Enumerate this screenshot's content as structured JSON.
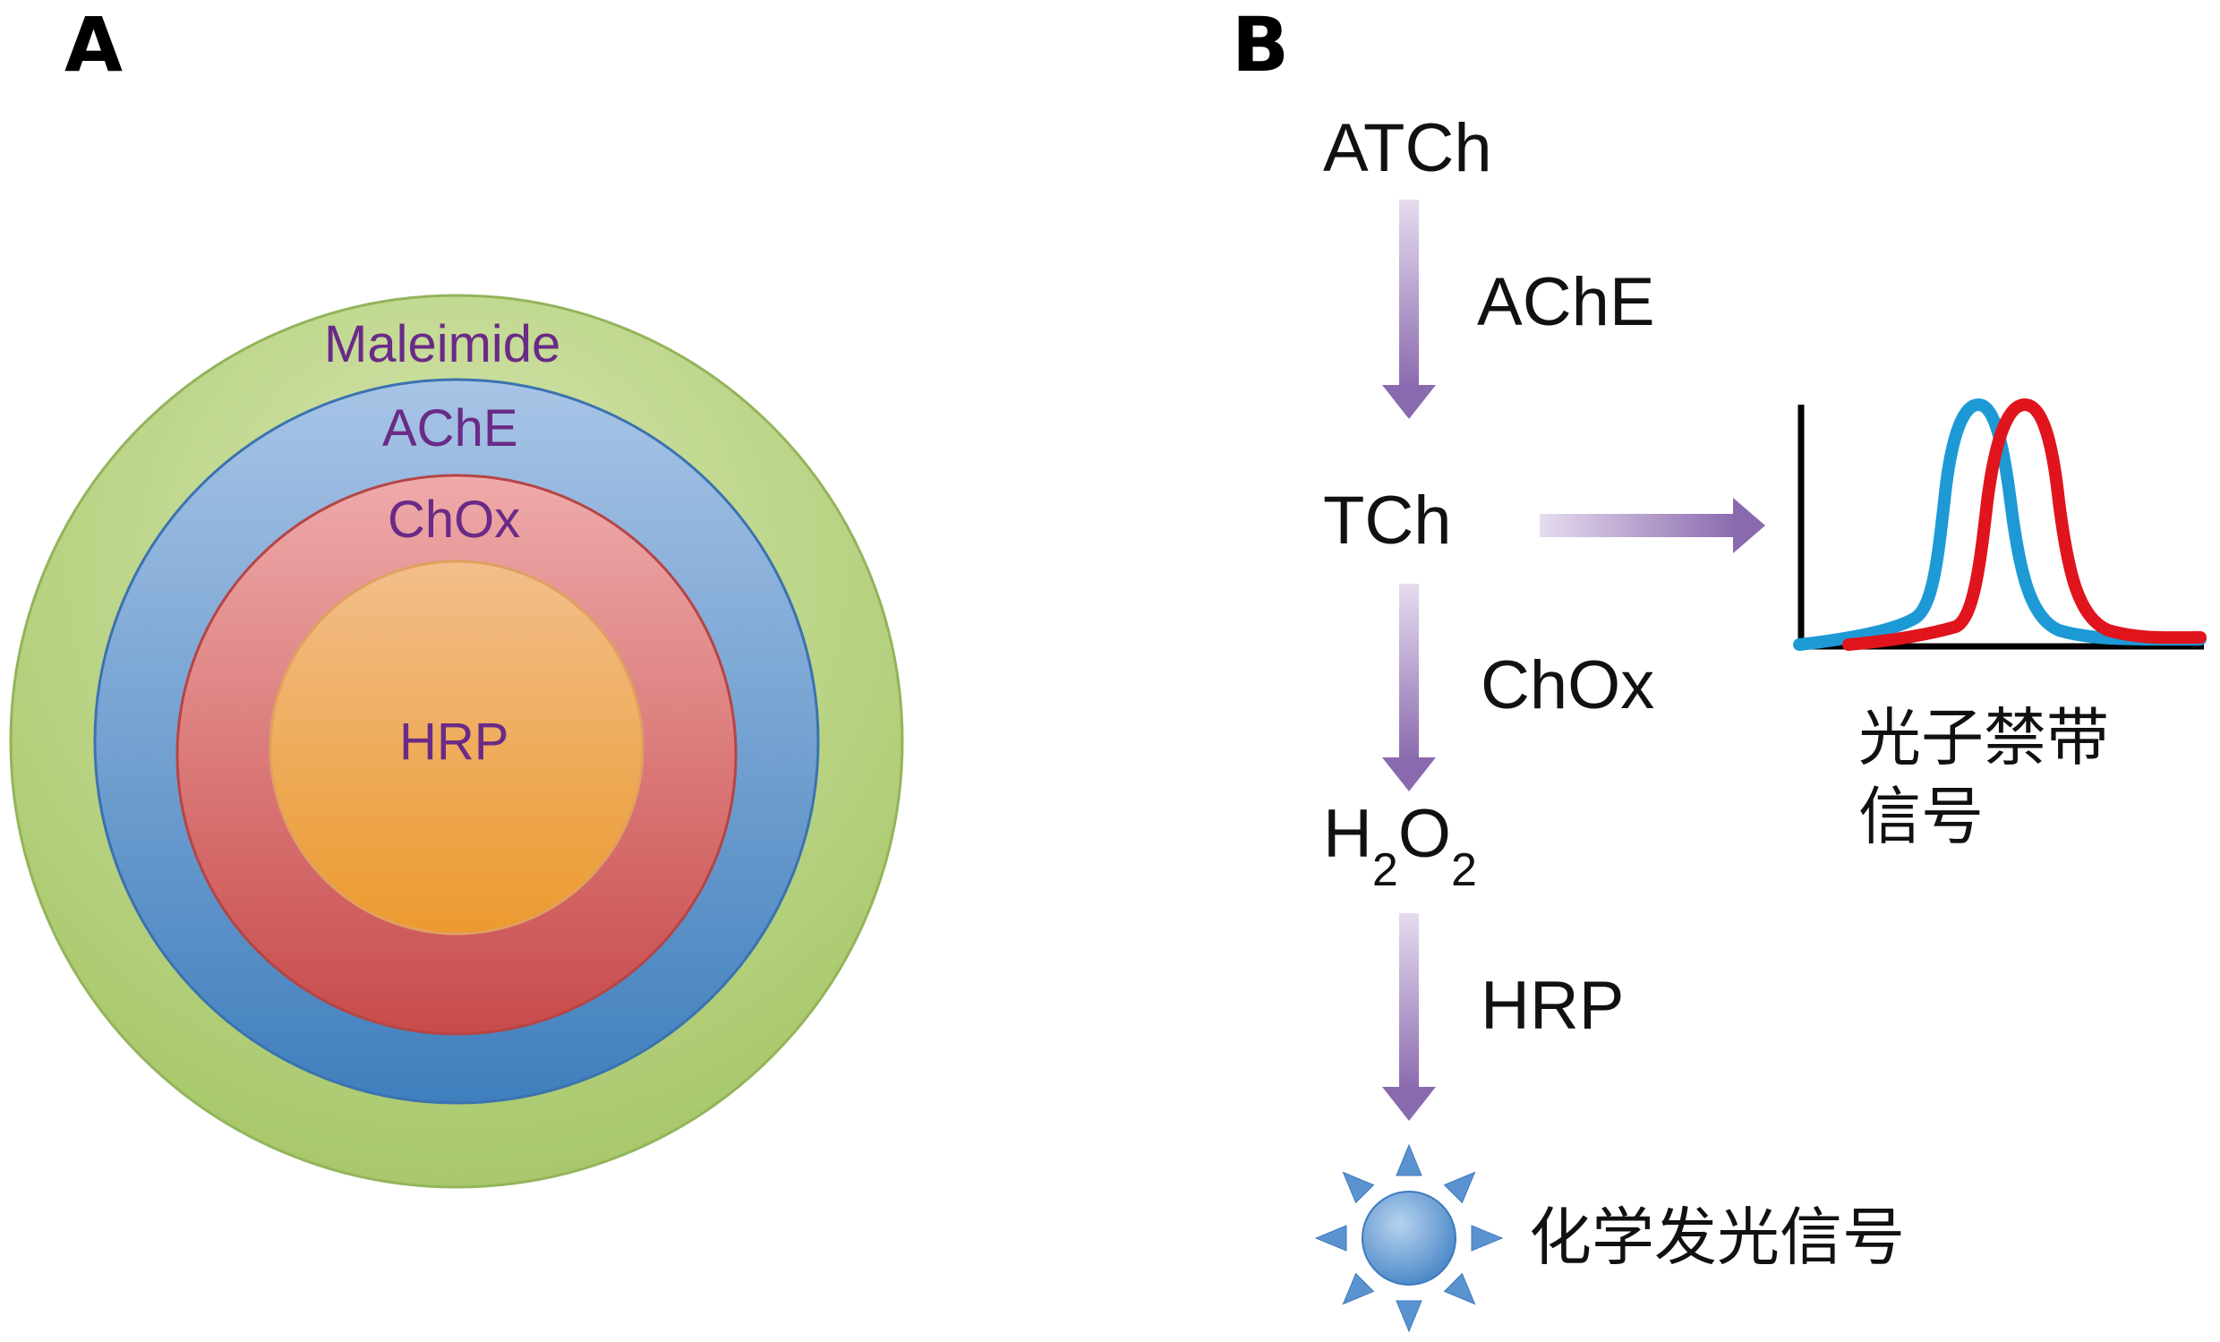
{
  "panels": {
    "a_label": "A",
    "b_label": "B"
  },
  "panel_a": {
    "rings": [
      {
        "label": "Maleimide",
        "color": "#b3cf7a"
      },
      {
        "label": "AChE",
        "color": "#6f9fcf"
      },
      {
        "label": "ChOx",
        "color": "#dd7373"
      },
      {
        "label": "HRP",
        "color": "#efa658"
      }
    ],
    "label_color": "#6a2a87"
  },
  "panel_b": {
    "steps": {
      "atch": "ATCh",
      "ache": "AChE",
      "tch": "TCh",
      "chox": "ChOx",
      "h2o2_h": "H",
      "h2o2_sub1": "2",
      "h2o2_o": "O",
      "h2o2_sub2": "2",
      "hrp": "HRP"
    },
    "photonic_label_line1": "光子禁带",
    "photonic_label_line2": "信号",
    "chemi_label": "化学发光信号",
    "arrow_color": "#9a7fb8",
    "spectrum_colors": {
      "blue": "#1d9ad6",
      "red": "#e0141c"
    },
    "icons": [
      "sun-icon"
    ]
  }
}
